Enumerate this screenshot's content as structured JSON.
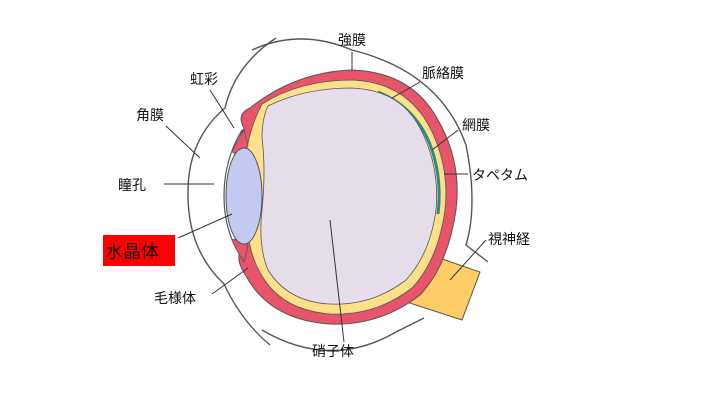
{
  "labels": {
    "sclera": "強膜",
    "choroid": "脈絡膜",
    "retina": "網膜",
    "tapetum": "タペタム",
    "optic_nerve": "視神経",
    "vitreous": "硝子体",
    "ciliary": "毛様体",
    "lens": "水晶体",
    "pupil": "瞳孔",
    "cornea": "角膜",
    "iris": "虹彩"
  },
  "colors": {
    "highlight": "#ff0000",
    "sclera": "#e8546a",
    "choroid": "#ffe08a",
    "retina": "#2e8a8a",
    "vitreous": "#e5dde9",
    "lens": "#c3c9f2",
    "nerve": "#ffcc66",
    "outline": "#555555"
  }
}
